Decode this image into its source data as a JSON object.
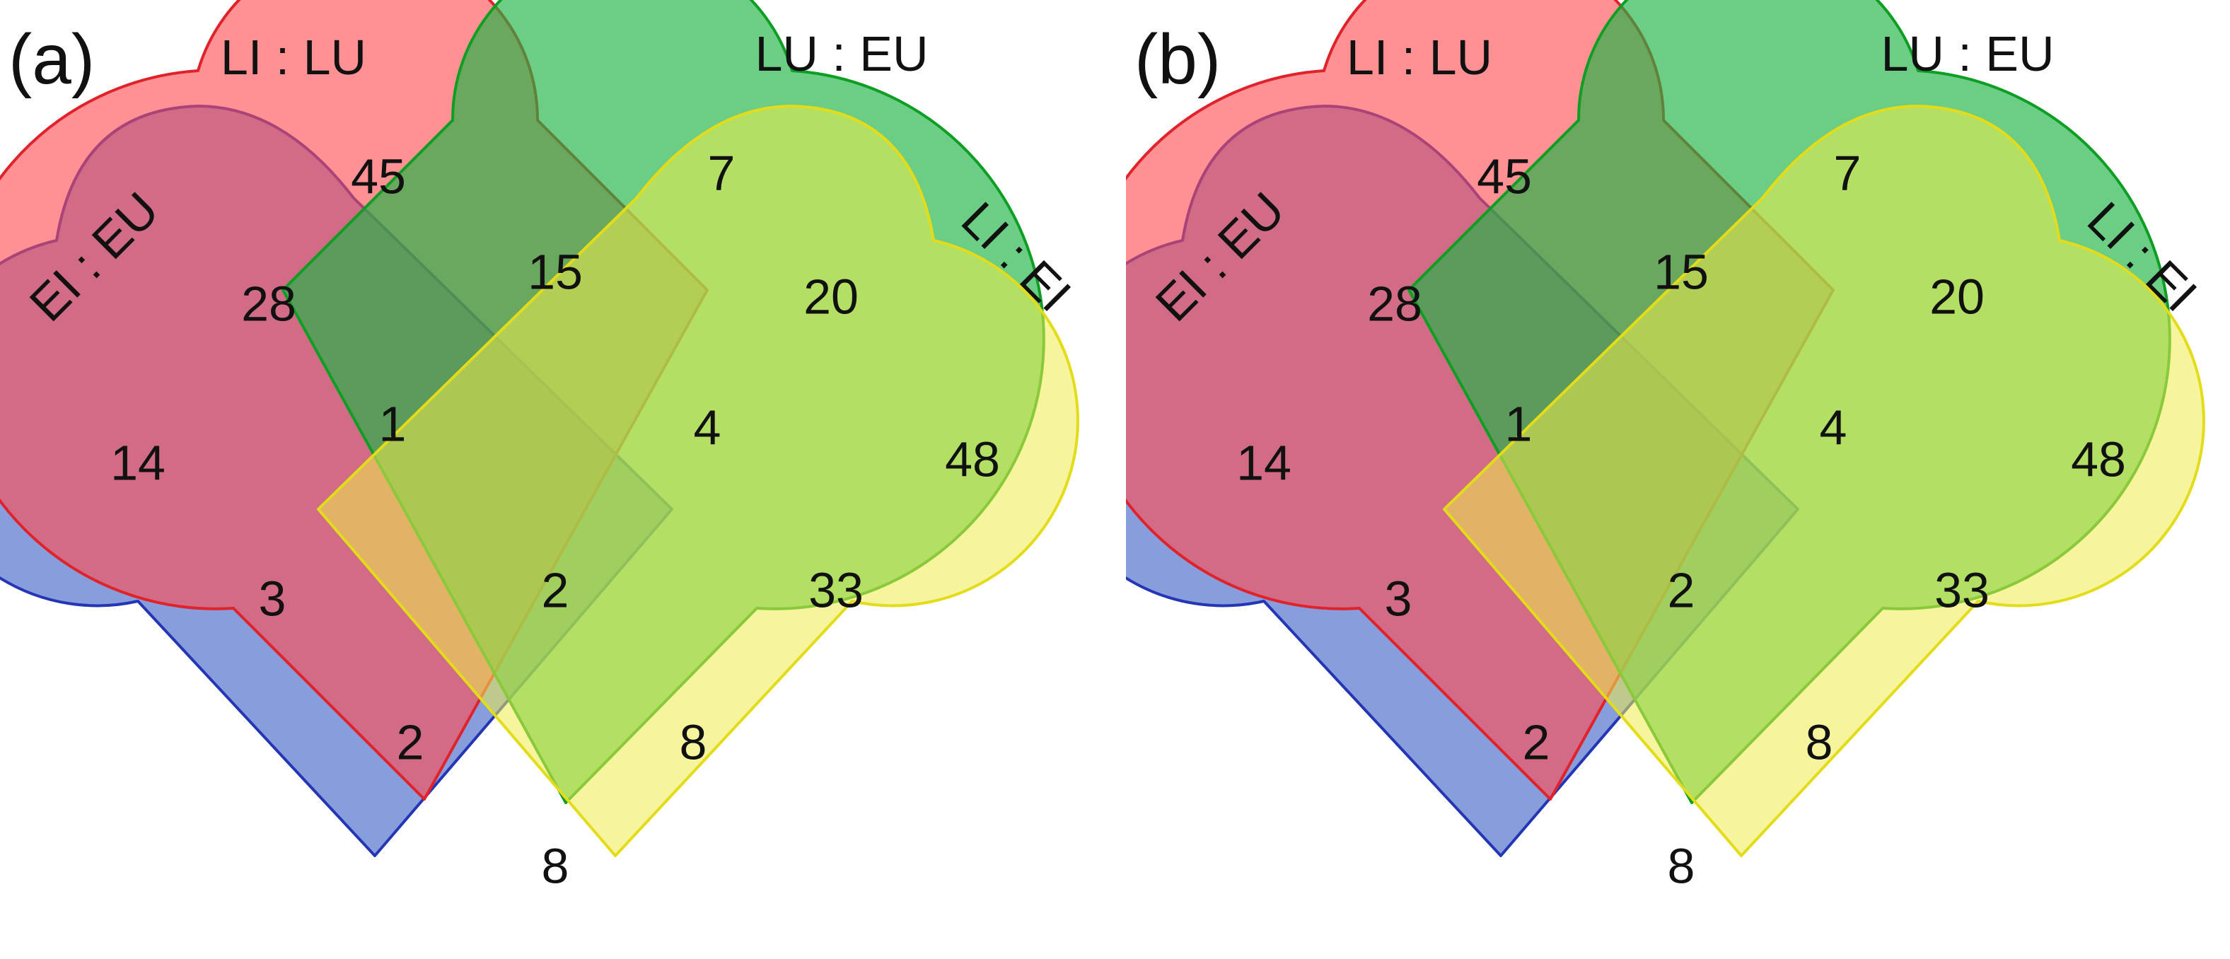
{
  "panels": [
    {
      "label": "(a)",
      "sets": [
        {
          "name": "EI : EU",
          "color": "#4a6ac8",
          "stroke": "#2436b5"
        },
        {
          "name": "LI : LU",
          "color": "#ff4c52",
          "stroke": "#e0222a"
        },
        {
          "name": "LU : EU",
          "color": "#1fb545",
          "stroke": "#0f9e24"
        },
        {
          "name": "LI : EI",
          "color": "#efec4c",
          "stroke": "#e2dc1a"
        }
      ],
      "regions": {
        "eu_only": "14",
        "ll_only": "45",
        "lue_only": "7",
        "lie_only": "48",
        "eu_ll": "28",
        "ll_lue": "15",
        "lue_lie": "20",
        "eu_ll_lue": "1",
        "ll_lue_lie": "4",
        "eu_lue": "3",
        "all": "2",
        "ll_lie": "33",
        "eu_lue_lie": "2",
        "eu_ll_lie": "8",
        "eu_lie": "8"
      }
    },
    {
      "label": "(b)",
      "sets": [
        {
          "name": "EI : EU",
          "color": "#4a6ac8",
          "stroke": "#2436b5"
        },
        {
          "name": "LI : LU",
          "color": "#ff4c52",
          "stroke": "#e0222a"
        },
        {
          "name": "LU : EU",
          "color": "#1fb545",
          "stroke": "#0f9e24"
        },
        {
          "name": "LI : EI",
          "color": "#efec4c",
          "stroke": "#e2dc1a"
        }
      ],
      "regions": {
        "eu_only": "14",
        "ll_only": "45",
        "lue_only": "7",
        "lie_only": "48",
        "eu_ll": "28",
        "ll_lue": "15",
        "lue_lie": "20",
        "eu_ll_lue": "1",
        "ll_lue_lie": "4",
        "eu_lue": "3",
        "all": "2",
        "ll_lie": "33",
        "eu_lue_lie": "2",
        "eu_ll_lie": "8",
        "eu_lie": "8"
      }
    }
  ]
}
